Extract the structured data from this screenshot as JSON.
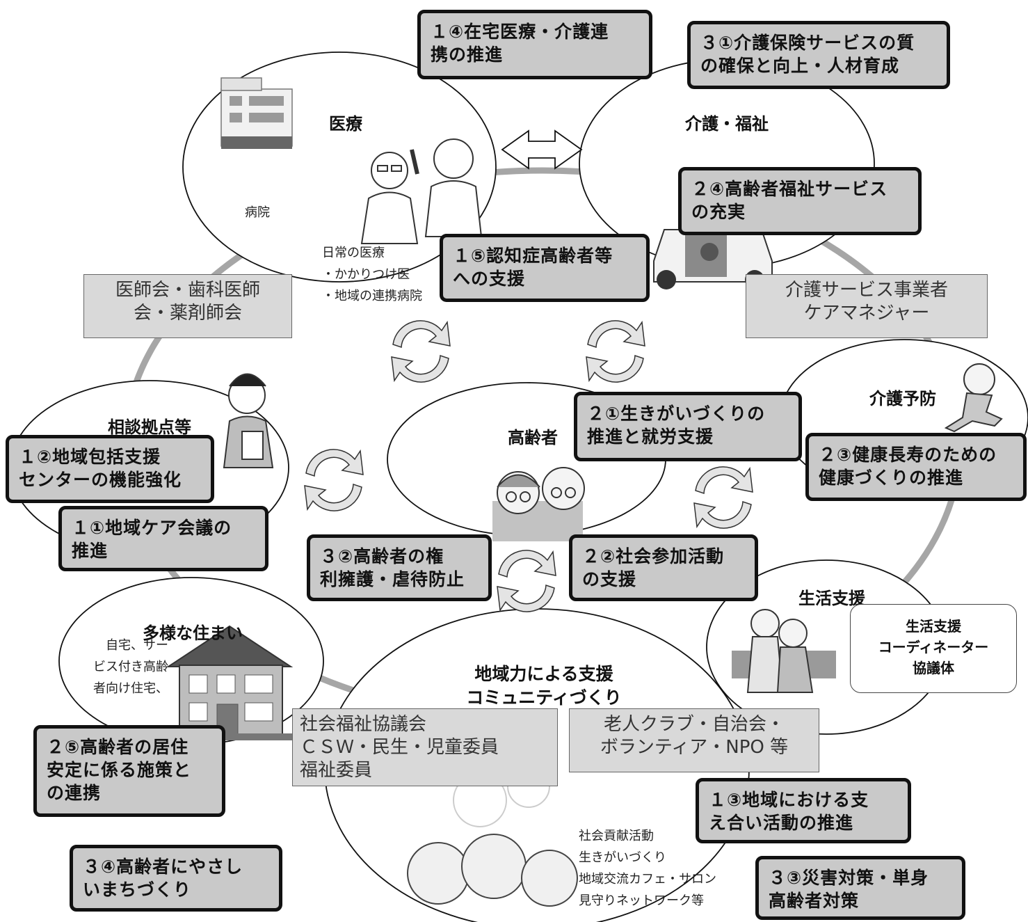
{
  "colors": {
    "box_fill": "#c9c9c9",
    "box_border": "#111111",
    "gray_box": "#d9d9d9",
    "ring": "#a6a6a6"
  },
  "areas": {
    "medical": "医療",
    "care": "介護・福祉",
    "prevention": "介護予防",
    "consult": "相談拠点等",
    "elderly": "高齢者",
    "housing": "多様な住まい",
    "living_support": "生活支援",
    "community": "地域力による支援\nコミュニティづくり"
  },
  "notes": {
    "hospital": "病院",
    "daily_medical": "日常の医療\n・かかりつけ医\n・地域の連携病院",
    "housing_types": "自宅、サー\nビス付き高齢\n者向け住宅、",
    "community_activities": "社会貢献活動\n生きがいづくり\n地域交流カフェ・サロン\n見守りネットワーク等"
  },
  "organizations": {
    "medical_assoc": "医師会・歯科医師\n会・薬剤師会",
    "care_providers": "介護サービス事業者\nケアマネジャー",
    "social_welfare": "社会福祉協議会\nＣＳＷ・民生・児童委員\n福祉委員",
    "senior_clubs": "老人クラブ・自治会・\nボランティア・NPO 等",
    "lsc": "生活支援\nコーディネーター\n協議体"
  },
  "policies": {
    "p1_4": "１④在宅医療・介護連\n携の推進",
    "p3_1": "３①介護保険サービスの質\nの確保と向上・人材育成",
    "p2_4": "２④高齢者福祉サービス\nの充実",
    "p1_5": "１⑤認知症高齢者等\nへの支援",
    "p2_1": "２①生きがいづくりの\n推進と就労支援",
    "p2_3": "２③健康長寿のための\n健康づくりの推進",
    "p1_2": "１②地域包括支援\nセンターの機能強化",
    "p1_1": "１①地域ケア会議の\n推進",
    "p3_2": "３②高齢者の権\n利擁護・虐待防止",
    "p2_2": "２②社会参加活動\nの支援",
    "p2_5": "２⑤高齢者の居住\n安定に係る施策と\nの連携",
    "p1_3": "１③地域における支\nえ合い活動の推進",
    "p3_4": "３④高齢者にやさし\nいまちづくり",
    "p3_3": "３③災害対策・単身\n高齢者対策"
  }
}
